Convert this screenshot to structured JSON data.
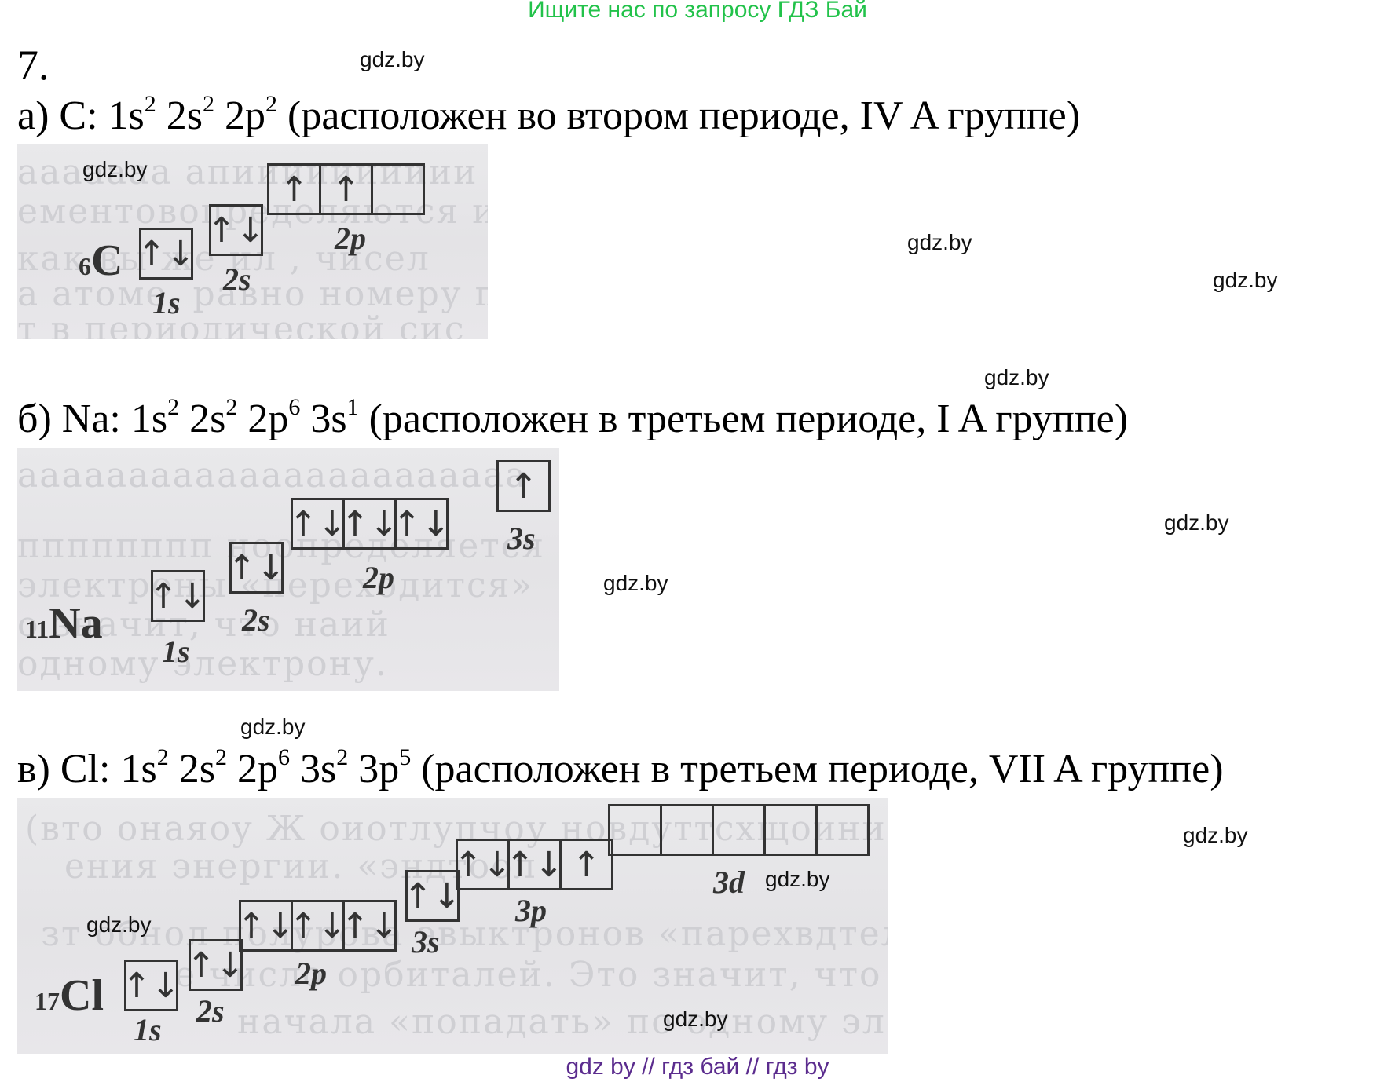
{
  "banner": "Ищите нас по запросу ГДЗ Бай",
  "task_number": "7.",
  "watermark": "gdz.by",
  "a": {
    "prefix": "а) C: ",
    "config": [
      [
        "1s",
        "2"
      ],
      [
        "2s",
        "2"
      ],
      [
        "2p",
        "2"
      ]
    ],
    "desc": "(расположен во втором периоде, IV A группе)",
    "element": "C",
    "z": "6",
    "levels": {
      "1s": {
        "label": "1s",
        "cells": [
          "↑↓"
        ]
      },
      "2s": {
        "label": "2s",
        "cells": [
          "↑↓"
        ]
      },
      "2p": {
        "label": "2p",
        "cells": [
          "↑",
          "↑",
          ""
        ]
      }
    }
  },
  "b": {
    "prefix": "б) Na: ",
    "config": [
      [
        "1s",
        "2"
      ],
      [
        "2s",
        "2"
      ],
      [
        "2p",
        "6"
      ],
      [
        "3s",
        "1"
      ]
    ],
    "desc": "(расположен в третьем периоде, I A группе)",
    "element": "Na",
    "z": "11",
    "levels": {
      "1s": {
        "label": "1s",
        "cells": [
          "↑↓"
        ]
      },
      "2s": {
        "label": "2s",
        "cells": [
          "↑↓"
        ]
      },
      "2p": {
        "label": "2p",
        "cells": [
          "↑↓",
          "↑↓",
          "↑↓"
        ]
      },
      "3s": {
        "label": "3s",
        "cells": [
          "↑"
        ]
      }
    }
  },
  "c": {
    "prefix": "в) Cl: ",
    "config": [
      [
        "1s",
        "2"
      ],
      [
        "2s",
        "2"
      ],
      [
        "2p",
        "6"
      ],
      [
        "3s",
        "2"
      ],
      [
        "3p",
        "5"
      ]
    ],
    "desc": "(расположен в третьем периоде, VII A группе)",
    "element": "Cl",
    "z": "17",
    "levels": {
      "1s": {
        "label": "1s",
        "cells": [
          "↑↓"
        ]
      },
      "2s": {
        "label": "2s",
        "cells": [
          "↑↓"
        ]
      },
      "2p": {
        "label": "2p",
        "cells": [
          "↑↓",
          "↑↓",
          "↑↓"
        ]
      },
      "3s": {
        "label": "3s",
        "cells": [
          "↑↓"
        ]
      },
      "3p": {
        "label": "3p",
        "cells": [
          "↑↓",
          "↑↓",
          "↑"
        ]
      },
      "3d": {
        "label": "3d",
        "cells": [
          "",
          "",
          "",
          "",
          ""
        ]
      }
    }
  },
  "footer": "gdz by  //  гдз бай  //  гдз by"
}
